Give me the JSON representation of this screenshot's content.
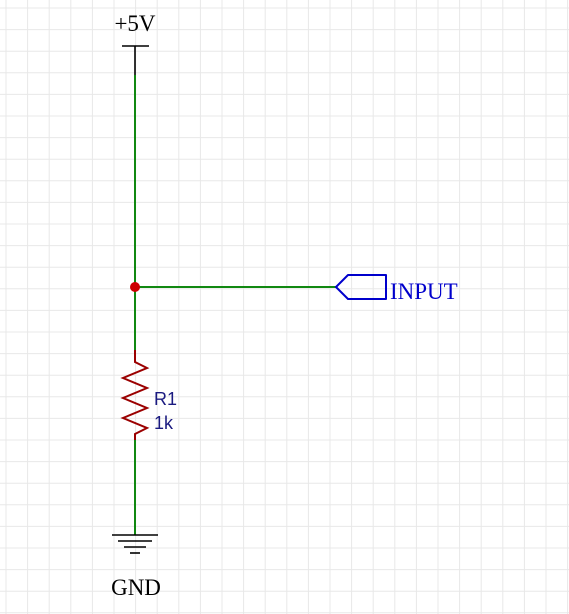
{
  "power": {
    "label": "+5V"
  },
  "ground": {
    "label": "GND"
  },
  "resistor": {
    "designator": "R1",
    "value": "1k"
  },
  "net_port": {
    "label": "INPUT"
  },
  "colors": {
    "grid": "#e8e8e8",
    "wire": "#118811",
    "symbol": "#000000",
    "resistor": "#9b0000",
    "junction": "#cc0000",
    "port": "#0000cc",
    "designator_text": "#1a1a80"
  }
}
